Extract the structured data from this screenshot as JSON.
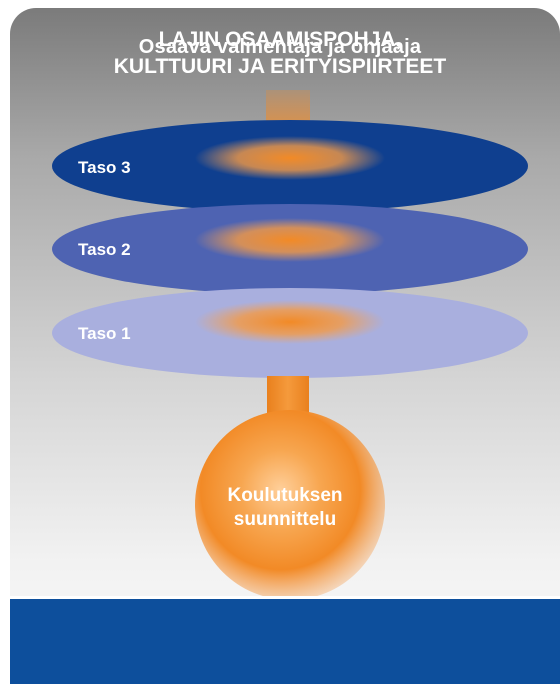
{
  "title": "Osaava valmentaja ja ohjaaja",
  "levels": [
    {
      "label": "Taso 3",
      "color": "#0f3f8f"
    },
    {
      "label": "Taso 2",
      "color": "#4e63b2"
    },
    {
      "label": "Taso 1",
      "color": "#a9afde"
    }
  ],
  "core": {
    "line1": "Koulutuksen",
    "line2": "suunnittelu",
    "color": "#f28a26"
  },
  "footer": {
    "line1": "LAJIN OSAAMISPOHJA,",
    "line2": "KULTTUURI JA ERITYISPIIRTEET",
    "color": "#0d4f9c"
  }
}
